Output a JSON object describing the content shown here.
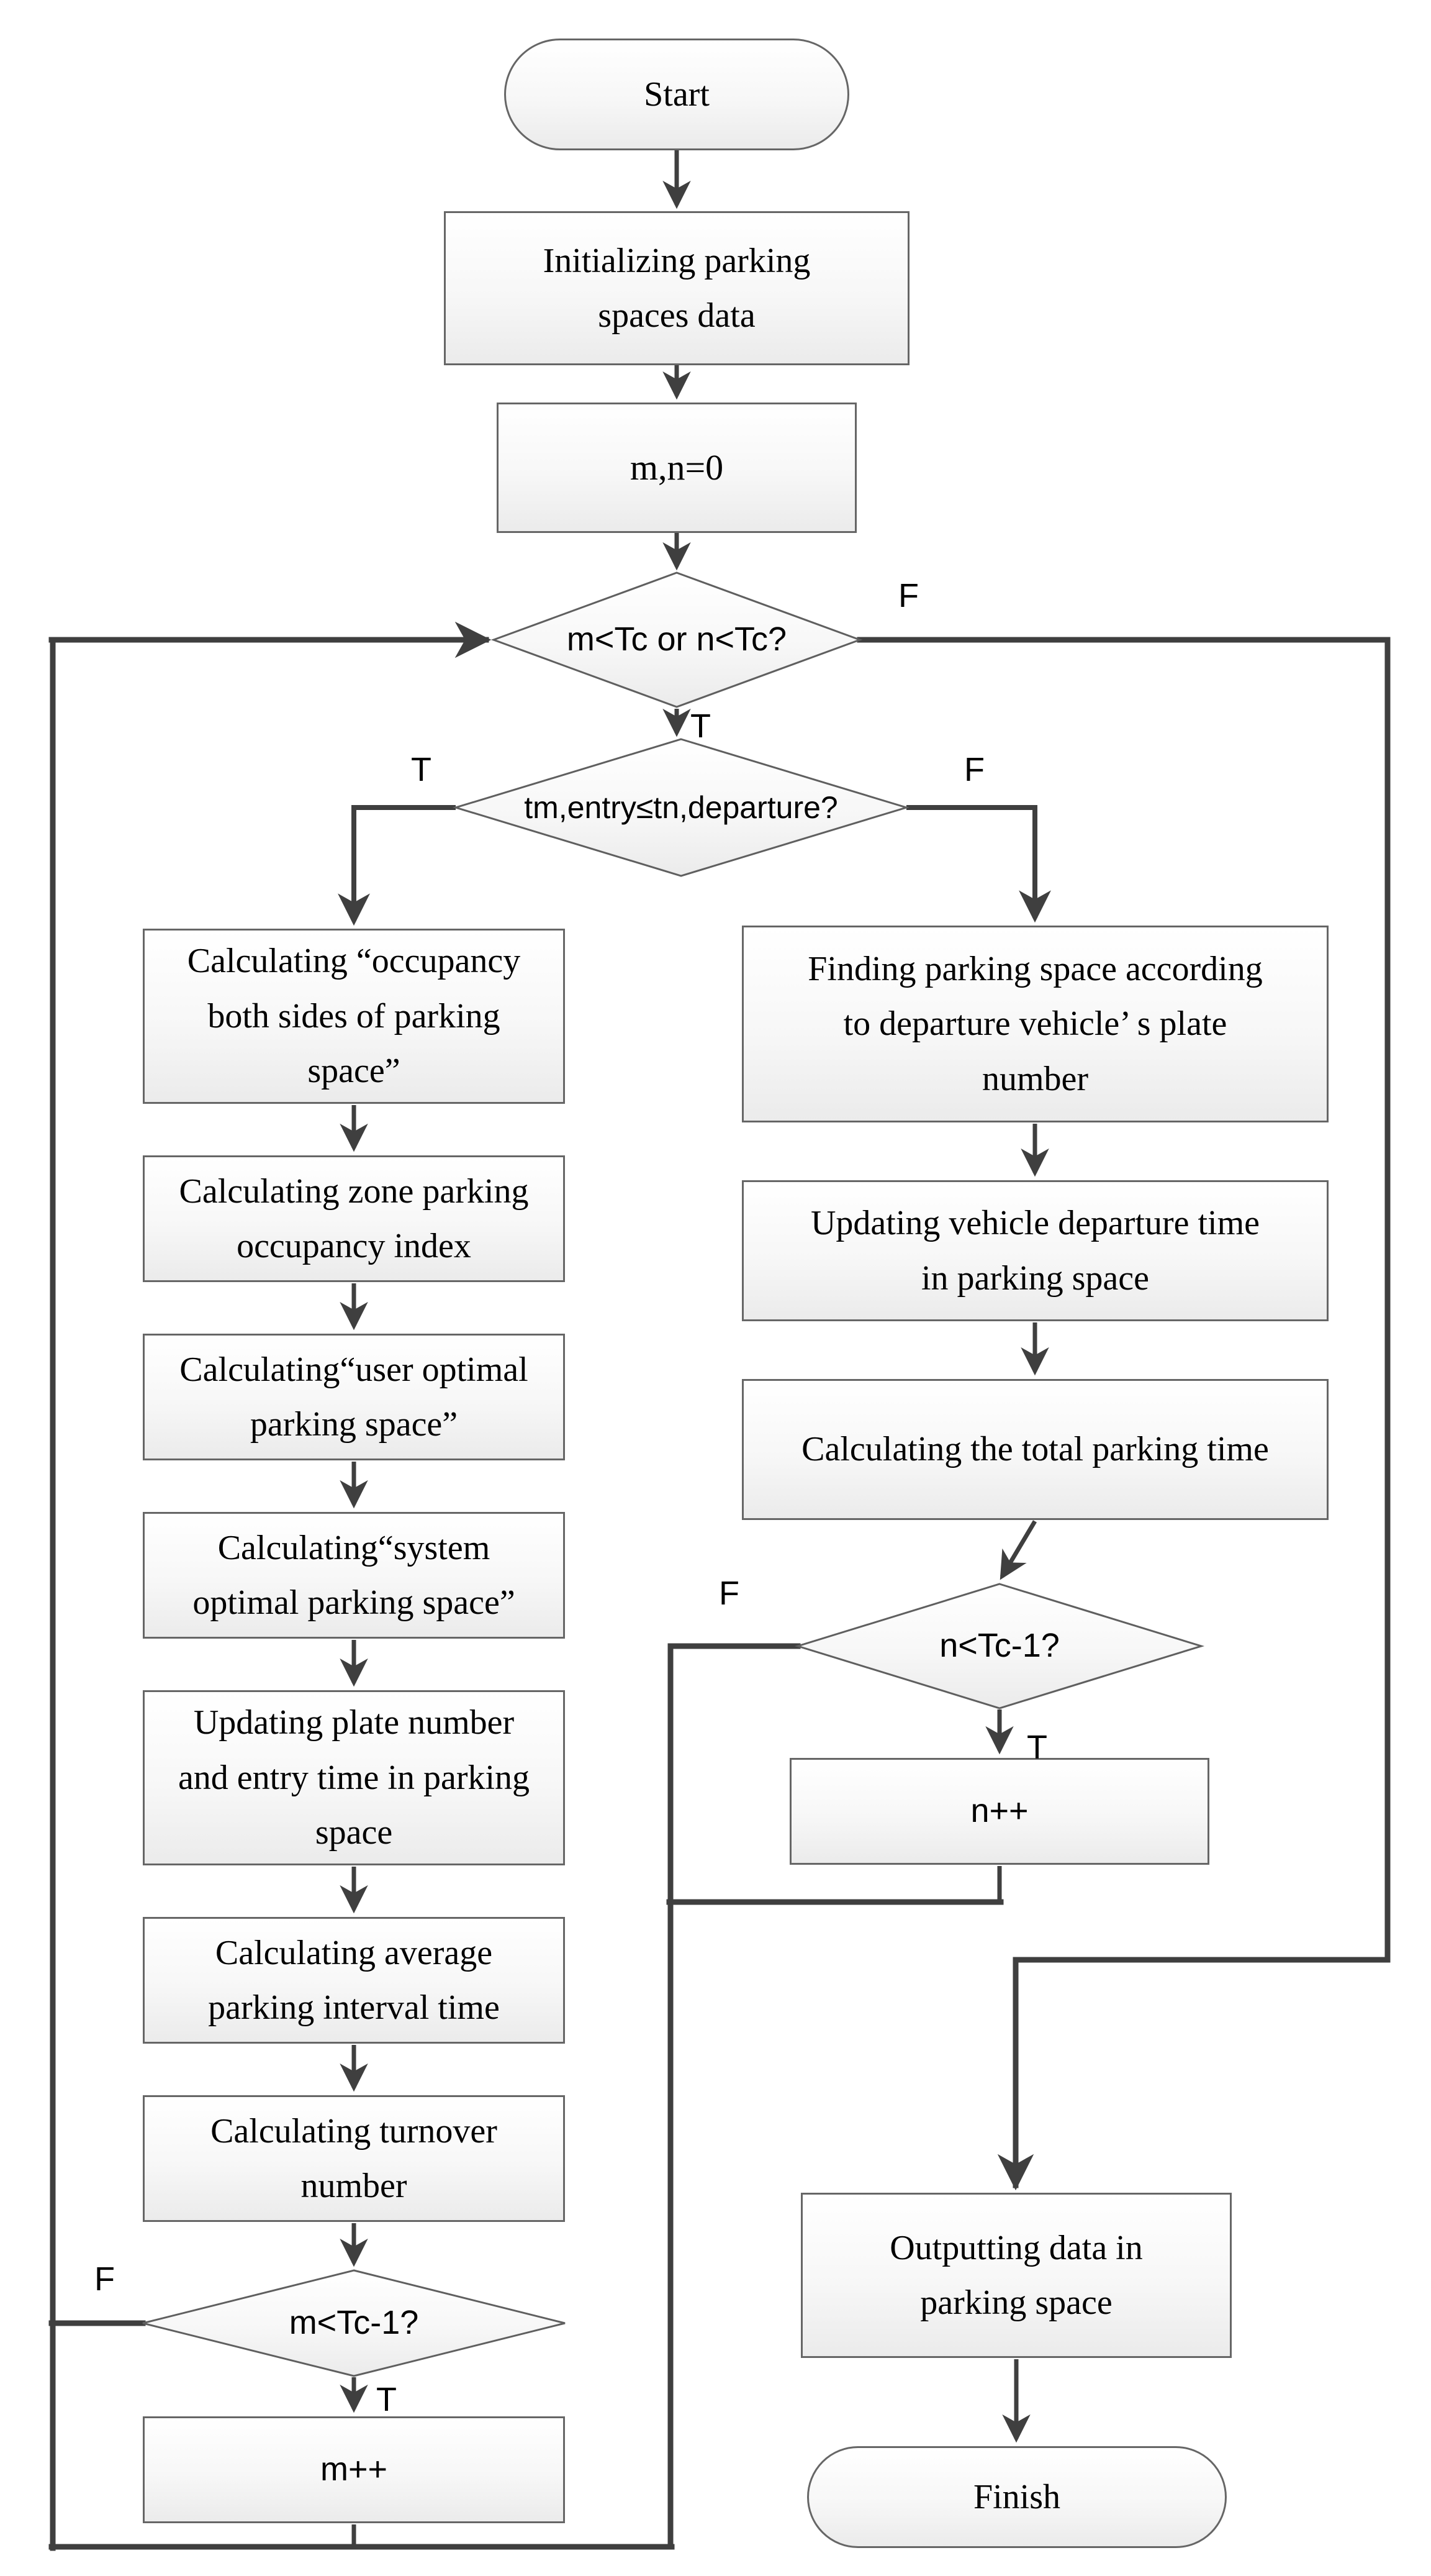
{
  "figure": {
    "type": "flowchart",
    "line_color": "#3f3f3f",
    "shape_border_color": "#666666",
    "shape_fill_top": "#ffffff",
    "shape_fill_bottom": "#ebebeb",
    "text_color": "#000000"
  },
  "nodes": {
    "start": "Start",
    "init": "Initializing parking\nspaces data",
    "mn_zero": "m,n=0",
    "d1": "m<Tc or n<Tc?",
    "d2": "tm,entry≤tn,departure?",
    "l1": "Calculating “occupancy\nboth sides of parking\nspace”",
    "l2": "Calculating zone parking\noccupancy index",
    "l3": "Calculating“user optimal\nparking space”",
    "l4": "Calculating“system\noptimal parking space”",
    "l5": "Updating plate number\nand entry time in parking\nspace",
    "l6": "Calculating average\nparking interval time",
    "l7": "Calculating turnover\nnumber",
    "d3": "m<Tc-1?",
    "m_inc": "m++",
    "r1": "Finding parking space according\nto departure vehicle’ s plate\nnumber",
    "r2": "Updating vehicle departure time\nin parking space",
    "r3": "Calculating the total parking time",
    "d4": "n<Tc-1?",
    "n_inc": "n++",
    "output": "Outputting data in\nparking space",
    "finish": "Finish"
  },
  "branch_labels": {
    "d1_false": "F",
    "d1_true": "T",
    "d2_true": "T",
    "d2_false": "F",
    "d3_false": "F",
    "d3_true": "T",
    "d4_false": "F",
    "d4_true": "T"
  }
}
